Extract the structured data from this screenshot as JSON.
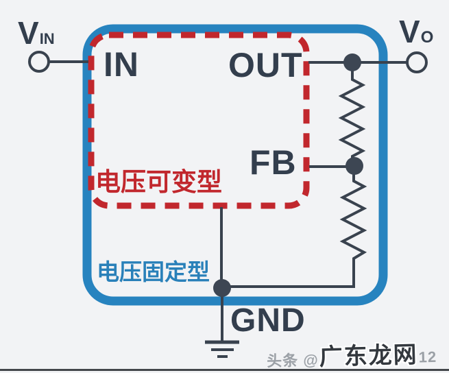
{
  "labels": {
    "vin": {
      "main": "V",
      "sub": "IN"
    },
    "vo": {
      "main": "V",
      "sub": "O"
    },
    "pin_in": "IN",
    "pin_out": "OUT",
    "pin_fb": "FB",
    "pin_gnd": "GND"
  },
  "annotations": {
    "variable_type": "电压可变型",
    "fixed_type": "电压固定型"
  },
  "watermark": {
    "prefix": "头条 @",
    "brand": "广东龙网",
    "suffix": "12"
  },
  "colors": {
    "background": "#f2f3f5",
    "ic_box_blue": "#2783bf",
    "dashed_region_red": "#c1272d",
    "wire_dark": "#39424e",
    "node_dark": "#3d4653",
    "label_dark": "#333e4d",
    "annotation_red": "#c1272d",
    "annotation_blue": "#2980b9",
    "watermark_gray": "#9ba0a6",
    "watermark_dark": "#33383e"
  }
}
